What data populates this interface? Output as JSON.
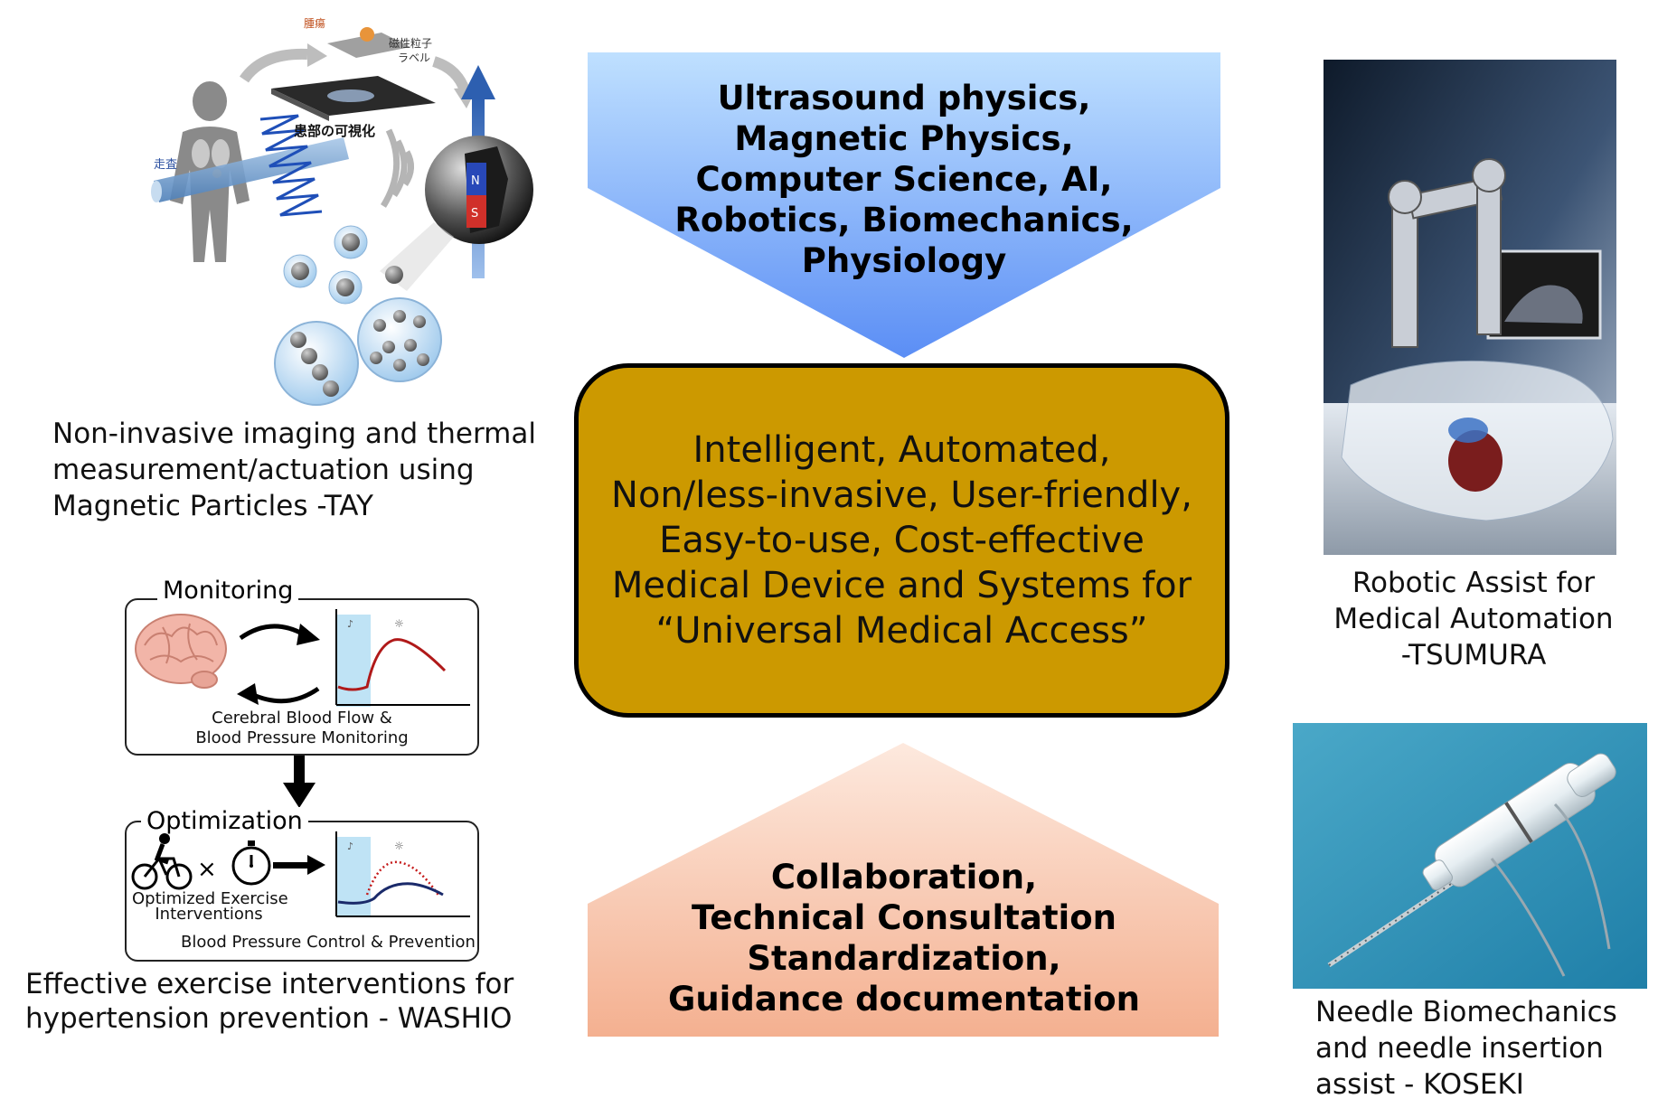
{
  "top_chevron": {
    "lines": [
      "Ultrasound physics,",
      "Magnetic Physics,",
      "Computer Science, AI,",
      "Robotics, Biomechanics,",
      "Physiology"
    ],
    "gradient_top": "#bfe0ff",
    "gradient_bottom": "#5b8ef5"
  },
  "core": {
    "lines": [
      "Intelligent, Automated,",
      "Non/less-invasive, User-friendly,",
      "Easy-to-use, Cost-effective",
      "Medical Device and Systems for",
      "“Universal Medical Access”"
    ],
    "fill": "#cc9900"
  },
  "bottom_house": {
    "lines": [
      "Collaboration,",
      "Technical Consultation",
      "Standardization,",
      "Guidance documentation"
    ],
    "gradient_top": "#fde9de",
    "gradient_bottom": "#f4b090"
  },
  "tay": {
    "caption": [
      "Non-invasive imaging and thermal",
      "measurement/actuation using",
      "Magnetic Particles -TAY"
    ],
    "labels": {
      "tumor": "腫瘍",
      "particle_label_1": "磁性粒子",
      "particle_label_2": "ラベル",
      "visualize": "患部の可視化",
      "scan": "走査",
      "n_pole": "N",
      "s_pole": "S"
    }
  },
  "washio": {
    "monitoring_title": "Monitoring",
    "monitoring_caption": [
      "Cerebral Blood Flow &",
      "Blood Pressure Monitoring"
    ],
    "optimization_title": "Optimization",
    "times_symbol": "×",
    "exercise_caption": [
      "Optimized Exercise",
      "Interventions"
    ],
    "control_caption": "Blood Pressure Control & Prevention",
    "caption": [
      "Effective exercise interventions for",
      "hypertension prevention - WASHIO"
    ]
  },
  "tsumura": {
    "caption": [
      "Robotic Assist for",
      "Medical Automation",
      "-TSUMURA"
    ]
  },
  "koseki": {
    "caption": [
      "Needle Biomechanics",
      "and needle insertion",
      "assist - KOSEKI"
    ]
  }
}
